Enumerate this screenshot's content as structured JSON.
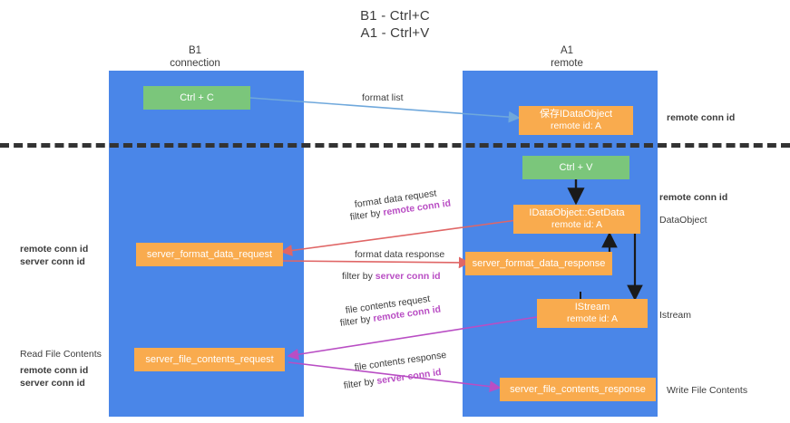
{
  "title": {
    "line1": "B1 - Ctrl+C",
    "line2": "A1 - Ctrl+V"
  },
  "columns": [
    {
      "name": "B1",
      "subtitle": "connection"
    },
    {
      "name": "A1",
      "subtitle": "remote"
    }
  ],
  "colors": {
    "lane": "#4a86e8",
    "green_node": "#7bc67b",
    "orange_node": "#f9ab4e",
    "remote_conn_id": "#b94ec4",
    "server_conn_id": "#6aa84f",
    "arrow_blue": "#6fa8dc",
    "arrow_red": "#e06666",
    "arrow_purple": "#b94ec4",
    "arrow_black": "#1a1a1a",
    "divider": "#333333"
  },
  "nodes": {
    "ctrl_c": {
      "line1": "Ctrl + C"
    },
    "save_dataobject": {
      "line1": "保存IDataObject",
      "line2": "remote id: A"
    },
    "ctrl_v": {
      "line1": "Ctrl + V"
    },
    "getdata": {
      "line1": "IDataObject::GetData",
      "line2": "remote id: A"
    },
    "server_format_data_request": {
      "line1": "server_format_data_request"
    },
    "server_format_data_response": {
      "line1": "server_format_data_response"
    },
    "istream": {
      "line1": "IStream",
      "line2": "remote id: A"
    },
    "server_file_contents_request": {
      "line1": "server_file_contents_request"
    },
    "server_file_contents_response": {
      "line1": "server_file_contents_response"
    }
  },
  "edge_labels": {
    "format_list": "format list",
    "format_data_request": "format data request",
    "format_data_request_filter_prefix": "filter by ",
    "format_data_request_filter_value": "remote conn id",
    "format_data_response": "format data response",
    "format_data_response_filter_prefix": "filter by ",
    "format_data_response_filter_value": "server conn id",
    "file_contents_request": "file contents request",
    "file_contents_request_filter_prefix": "filter by ",
    "file_contents_request_filter_value": "remote conn id",
    "file_contents_response": "file contents response",
    "file_contents_response_filter_prefix": "filter by ",
    "file_contents_response_filter_value": "server conn id"
  },
  "annotations": {
    "right_remote_conn_id_top": "remote conn id",
    "right_remote_conn_id_mid": "remote conn id",
    "right_dataobject": "DataObject",
    "right_istream": "Istream",
    "right_write_file_contents": "Write File Contents",
    "left_remote_conn_id": "remote conn id",
    "left_server_conn_id": "server conn id",
    "left_read_file_contents": "Read File Contents",
    "left_remote_conn_id_2": "remote conn id",
    "left_server_conn_id_2": "server conn id"
  }
}
